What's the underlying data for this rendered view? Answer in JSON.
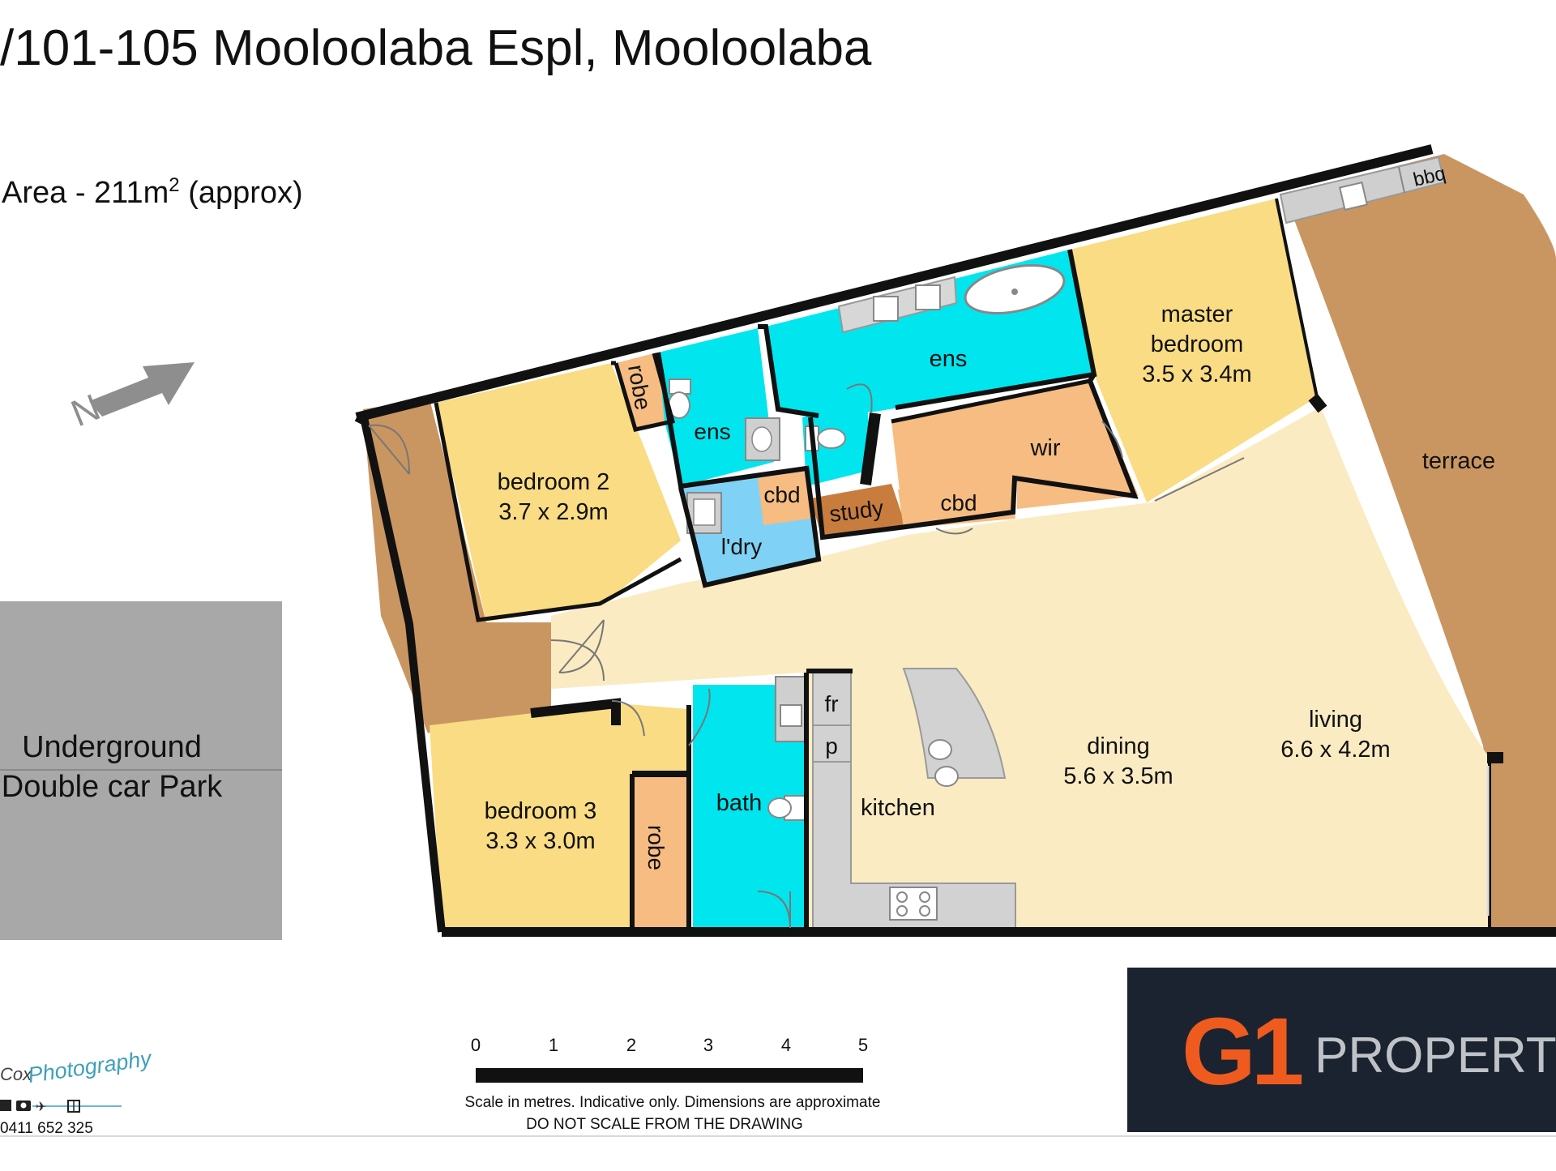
{
  "header": {
    "title": "/101-105 Mooloolaba Espl, Mooloolaba",
    "area_label": "Area - 211m",
    "area_sup": "2",
    "area_suffix": " (approx)"
  },
  "carpark": {
    "line1": "Underground",
    "line2": "Double car Park"
  },
  "rooms": {
    "master_name_1": "master",
    "master_name_2": "bedroom",
    "master_dims": "3.5 x 3.4m",
    "ens_main": "ens",
    "ens_small": "ens",
    "robe_top": "robe",
    "bedroom2_name": "bedroom 2",
    "bedroom2_dims": "3.7 x 2.9m",
    "cbd_left": "cbd",
    "laundry": "l'dry",
    "study": "study",
    "cbd_right": "cbd",
    "wir": "wir",
    "terrace": "terrace",
    "bbq": "bbq",
    "fridge": "fr",
    "pantry": "p",
    "kitchen": "kitchen",
    "dining_name": "dining",
    "dining_dims": "5.6 x 3.5m",
    "living_name": "living",
    "living_dims": "6.6 x 4.2m",
    "bath": "bath",
    "bedroom3_name": "bedroom 3",
    "bedroom3_dims": "3.3 x 3.0m",
    "robe_bottom": "robe"
  },
  "compass": {
    "letter": "N"
  },
  "scale": {
    "ticks": [
      "0",
      "1",
      "2",
      "3",
      "4",
      "5"
    ],
    "note1": "Scale in metres. Indicative only. Dimensions are approximate",
    "note2": "DO NOT SCALE FROM THE DRAWING"
  },
  "photographer": {
    "logo_text_1": "Cox",
    "logo_text_2": "Photography",
    "phone": "0411 652 325"
  },
  "brand": {
    "logo_mark": "G1",
    "logo_word": "PROPERT"
  },
  "colors": {
    "wet_area": "#00e5ee",
    "bedroom": "#f9dc83",
    "living": "#fbebc3",
    "terrace": "#c99661",
    "robe": "#f6bc82",
    "study": "#c87d3e",
    "laundry": "#7fd2f5",
    "carpark": "#a8a8a8",
    "brand_bg": "#1b2330",
    "brand_orange": "#ef5b1f",
    "wall": "#111111"
  }
}
